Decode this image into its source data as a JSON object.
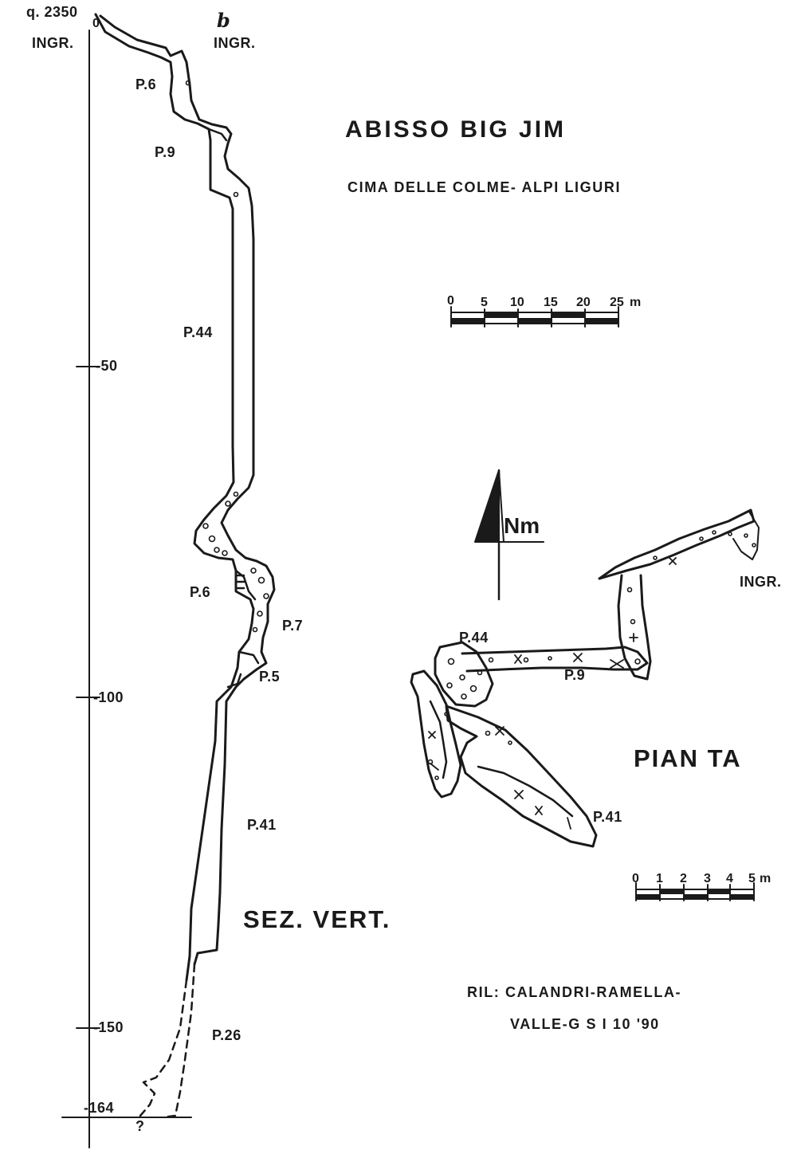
{
  "title": "ABISSO  BIG  JIM",
  "subtitle": "CIMA DELLE COLME- ALPI LIGURI",
  "section": {
    "name": "SEZ.  VERT.",
    "altitude": "q. 2350",
    "entrance_label": "INGR.",
    "entrance_b_letter": "b",
    "entrance_b_label": "INGR.",
    "zero": "0",
    "depth_ticks": [
      {
        "label": "-50",
        "depth": 50
      },
      {
        "label": "-100",
        "depth": 100
      },
      {
        "label": "-150",
        "depth": 150
      },
      {
        "label": "-164",
        "depth": 164
      }
    ],
    "unknown_mark": "?",
    "pits": [
      "P.6",
      "P.9",
      "P.44",
      "P.6",
      "P.7",
      "P.5",
      "P.41",
      "P.26"
    ]
  },
  "plan": {
    "name": "PIAN TA",
    "north_label": "Nm",
    "entrance_label": "INGR.",
    "pits": [
      "P.44",
      "P.9",
      "P.41"
    ]
  },
  "scale_vertical": {
    "labels": [
      "0",
      "5",
      "10",
      "15",
      "20",
      "25"
    ],
    "unit": "m"
  },
  "scale_plan": {
    "labels": [
      "0",
      "1",
      "2",
      "3",
      "4",
      "5"
    ],
    "unit": "m"
  },
  "credits": {
    "line1": "RIL: CALANDRI-RAMELLA-",
    "line2": "VALLE-G S I  10 '90"
  },
  "colors": {
    "ink": "#1a1a1a",
    "paper": "#ffffff"
  }
}
